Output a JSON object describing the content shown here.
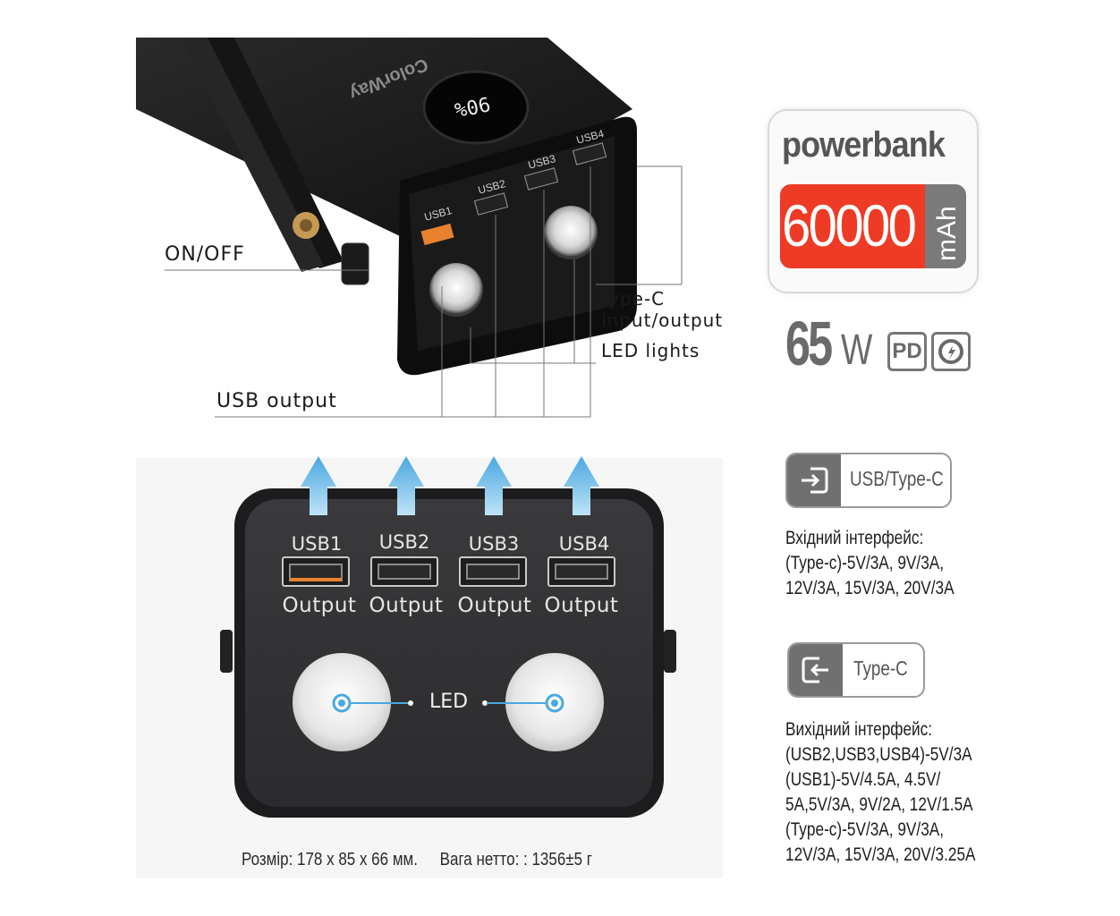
{
  "callouts": {
    "on_off": "ON/OFF",
    "type_c_line1": "Type-C",
    "type_c_line2": "input/output",
    "led_lights": "LED lights",
    "usb_output": "USB output"
  },
  "product_photo": {
    "brand_logo": "ColorWay",
    "display_readout": "90%",
    "port_labels": [
      "USB1",
      "USB2",
      "USB3",
      "USB4"
    ]
  },
  "badge": {
    "word": "powerbank",
    "capacity": "60000",
    "capacity_unit": "mAh",
    "power": "65",
    "power_unit": "W",
    "pd_label": "PD",
    "qc_icon": "quick-charge-icon",
    "accent_color": "#ee3b26"
  },
  "interfaces": {
    "input_chip": "USB/Type-C",
    "input_lines": [
      "Вхідний інтерфейс:",
      "(Type-c)-5V/3A, 9V/3A,",
      "12V/3A, 15V/3A, 20V/3A"
    ],
    "output_chip": "Type-C",
    "output_lines": [
      "Вихідний інтерфейс:",
      "(USB2,USB3,USB4)-5V/3A",
      "(USB1)-5V/4.5A, 4.5V/",
      "5A,5V/3A, 9V/2A, 12V/1.5A",
      "(Type-c)-5V/3A, 9V/3A,",
      "12V/3A, 15V/3A, 20V/3.25A"
    ]
  },
  "diagram": {
    "ports": [
      {
        "name": "USB1",
        "sub": "Output",
        "accent": "#e8822f"
      },
      {
        "name": "USB2",
        "sub": "Output",
        "accent": "#8a8a8a"
      },
      {
        "name": "USB3",
        "sub": "Output",
        "accent": "#8a8a8a"
      },
      {
        "name": "USB4",
        "sub": "Output",
        "accent": "#8a8a8a"
      }
    ],
    "led_label": "LED",
    "arrow_color": "#4aa8e0"
  },
  "footer": {
    "dimensions": "Розмір: 178 х 85 х 66 мм.",
    "weight": "Вага нетто: : 1356±5 г"
  }
}
